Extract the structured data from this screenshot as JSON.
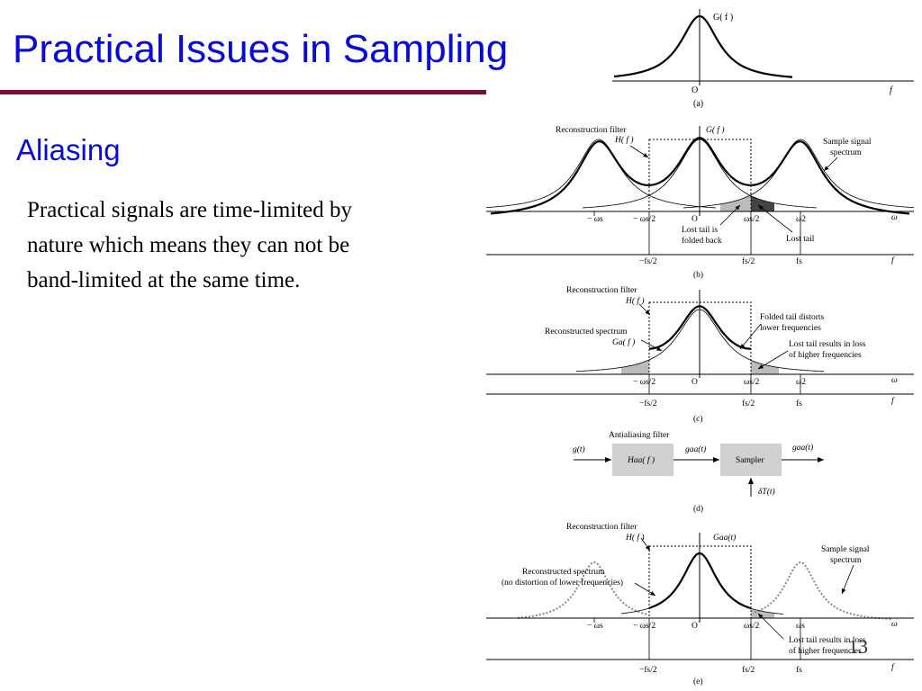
{
  "slide": {
    "title": "Practical Issues in Sampling",
    "subtitle": "Aliasing",
    "body_lines": [
      "Practical signals are time-limited by",
      "nature which means they can not be",
      "band-limited at the same time."
    ],
    "page_number": "13",
    "colors": {
      "title": "#0a0ad8",
      "rule": "#7a0c34",
      "text": "#000000"
    }
  },
  "figure": {
    "a": {
      "curve": "G( f )",
      "origin": "O",
      "axis": "f",
      "caption": "(a)"
    },
    "b": {
      "filter": "Reconstruction filter",
      "filter_h": "H( f )",
      "curve": "G( f )",
      "sample_spectrum_1": "Sample signal",
      "sample_spectrum_2": "spectrum",
      "w_neg_s": "− ωs",
      "w_neg_half": "− ωs/2",
      "origin": "O",
      "w_half": "ωs/2",
      "w_2": "ω2",
      "w_axis": "ω",
      "lost_folded_1": "Lost tail is",
      "lost_folded_2": "folded back",
      "lost_tail": "Lost tail",
      "f_neg_half": "−fs/2",
      "f_half": "fs/2",
      "f_s": "fs",
      "f_axis": "f",
      "caption": "(b)"
    },
    "c": {
      "filter": "Reconstruction filter",
      "filter_h": "H( f )",
      "recon_1": "Reconstructed spectrum",
      "recon_2": "Ga( f )",
      "folded_1": "Folded tail distorts",
      "folded_2": "lower frequencies",
      "loss_1": "Lost tail results in loss",
      "loss_2": "of higher frequencies",
      "w_neg_half": "− ωs/2",
      "origin": "O",
      "w_half": "ωs/2",
      "w_2": "ω2",
      "w_axis": "ω",
      "f_neg_half": "−fs/2",
      "f_half": "fs/2",
      "f_s": "fs",
      "f_axis": "f",
      "caption": "(c)"
    },
    "d": {
      "antialias": "Antialiasing filter",
      "input": "g(t)",
      "filter_box": "Haa( f )",
      "mid": "gaa(t)",
      "sampler": "Sampler",
      "output": "gaa(t)",
      "impulse": "δT(t)",
      "caption": "(d)"
    },
    "e": {
      "filter": "Reconstruction filter",
      "filter_h": "H( f )",
      "curve": "Gaa(t)",
      "sample_spectrum_1": "Sample signal",
      "sample_spectrum_2": "spectrum",
      "recon_1": "Reconstructed spectrum",
      "recon_2": "(no distortion of lower frequencies)",
      "loss_1": "Lost tail results in loss",
      "loss_2": "of higher frequencies",
      "w_neg_s": "− ωs",
      "w_neg_half": "− ωs/2",
      "origin": "O",
      "w_half": "ωs/2",
      "w_s": "ωs",
      "w_axis": "ω",
      "f_neg_half": "−fs/2",
      "f_half": "fs/2",
      "f_s": "fs",
      "f_axis": "f",
      "caption": "(e)"
    }
  }
}
